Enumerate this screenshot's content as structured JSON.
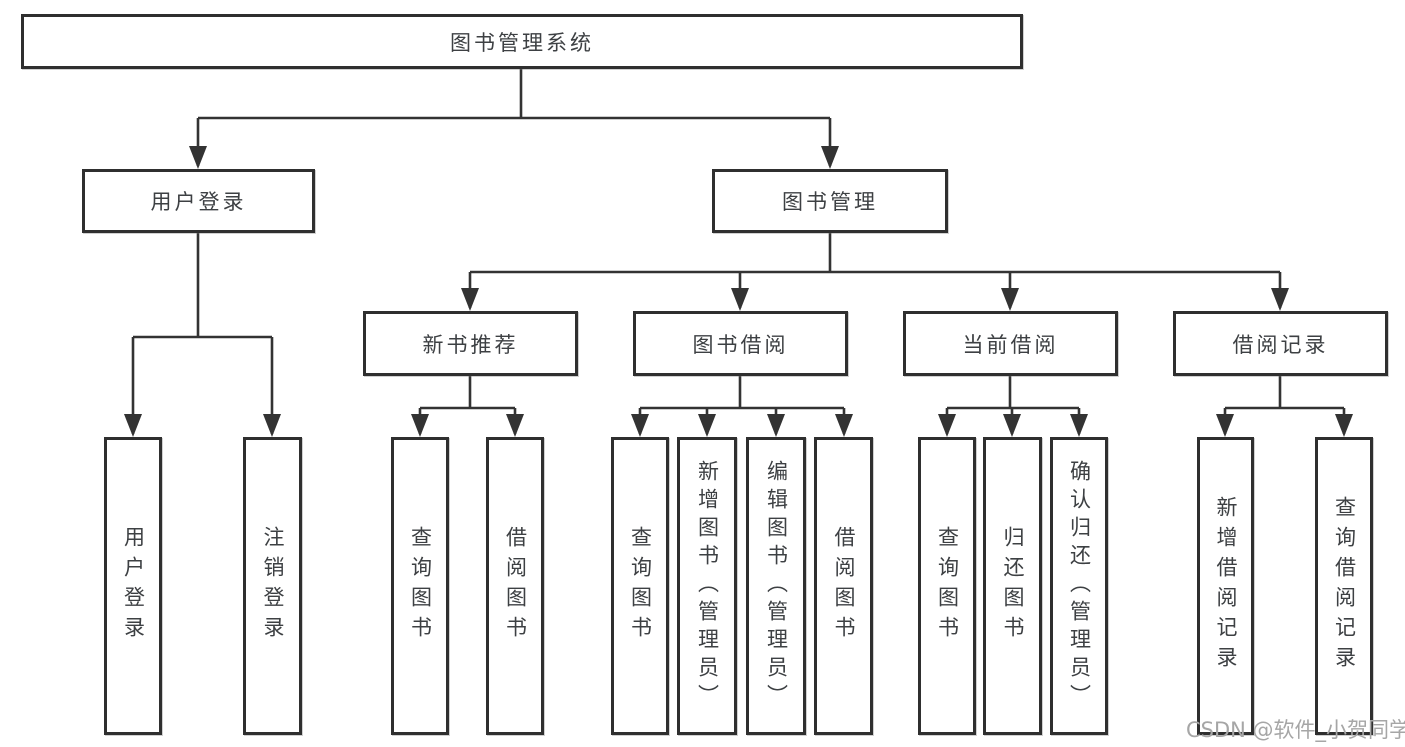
{
  "nodes": {
    "root": "图书管理系统",
    "level2": {
      "user_login": "用户登录",
      "book_management": "图书管理"
    },
    "level3": {
      "new_book": "新书推荐",
      "book_borrow": "图书借阅",
      "current_borrow": "当前借阅",
      "borrow_records": "借阅记录"
    },
    "leaves": {
      "user_login": "用户登录",
      "logout": "注销登录",
      "nb_query": "查询图书",
      "nb_borrow": "借阅图书",
      "bb_query": "查询图书",
      "bb_add": "新增图书（管理员）",
      "bb_edit": "编辑图书（管理员）",
      "bb_borrow": "借阅图书",
      "cb_query": "查询图书",
      "cb_return": "归还图书",
      "cb_confirm": "确认归还（管理员）",
      "br_add": "新增借阅记录",
      "br_query": "查询借阅记录"
    }
  },
  "watermark": "CSDN @软件_小贺同学",
  "colors": {
    "line": "#333333",
    "box_border": "#2f2f2f",
    "text": "#3d4043",
    "watermark": "#a6a6a6"
  }
}
